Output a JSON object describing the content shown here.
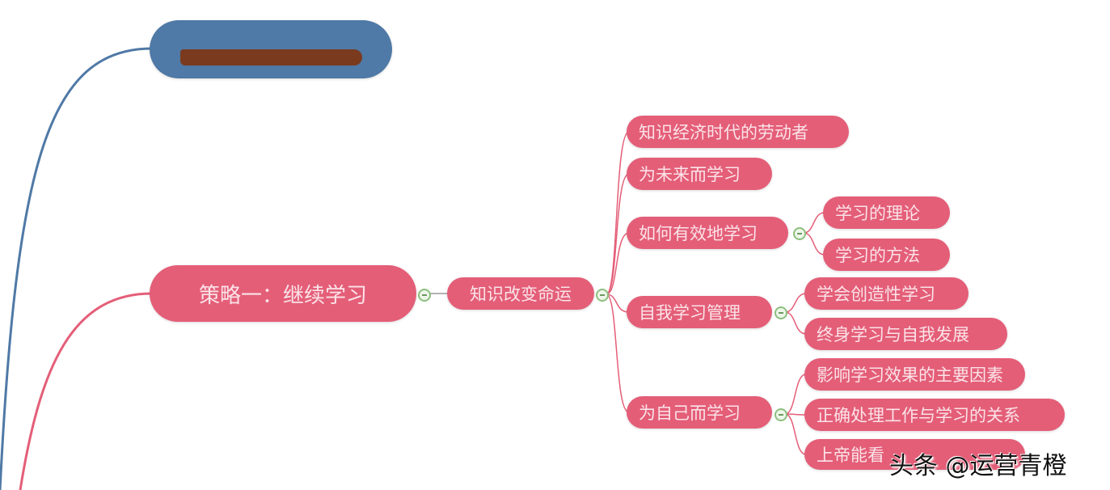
{
  "colors": {
    "branch_pink": "#e45e78",
    "branch_blue": "#4f79a6",
    "toggle": "#8bbf7e"
  },
  "main_node": "策略一：继续学习",
  "sub_node": "知识改变命运",
  "level2": [
    "知识经济时代的劳动者",
    "为未来而学习",
    "如何有效地学习",
    "自我学习管理",
    "为自己而学习"
  ],
  "level3": {
    "effective": [
      "学习的理论",
      "学习的方法"
    ],
    "management": [
      "学会创造性学习",
      "终身学习与自我发展"
    ],
    "self": [
      "影响学习效果的主要因素",
      "正确处理工作与学习的关系",
      "上帝能看"
    ]
  },
  "watermark": "头条 @运营青橙"
}
